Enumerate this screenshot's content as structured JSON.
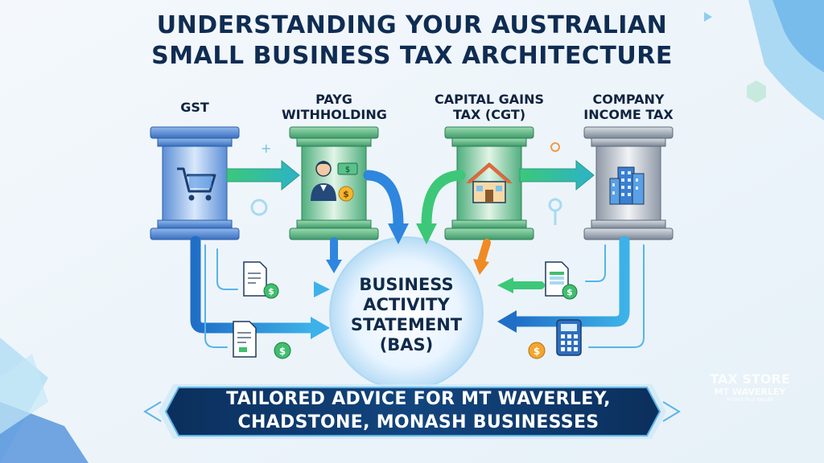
{
  "title": {
    "line1": "UNDERSTANDING YOUR AUSTRALIAN",
    "line2": "SMALL BUSINESS TAX ARCHITECTURE"
  },
  "pillars": [
    {
      "line1": "GST",
      "line2": "",
      "icon": "shopping-cart-icon"
    },
    {
      "line1": "PAYG",
      "line2": "WITHHOLDING",
      "icon": "employee-payment-icon"
    },
    {
      "line1": "CAPITAL GAINS",
      "line2": "TAX (CGT)",
      "icon": "house-icon"
    },
    {
      "line1": "COMPANY",
      "line2": "INCOME TAX",
      "icon": "office-building-icon"
    }
  ],
  "center": {
    "lines": [
      "BUSINESS",
      "ACTIVITY",
      "STATEMENT",
      "(BAS)"
    ]
  },
  "banner": {
    "line1": "TAILORED ADVICE FOR MT WAVERLEY,",
    "line2": "CHADSTONE, MONASH BUSINESSES"
  },
  "brand": {
    "name": "TAX STORE",
    "location": "MT WAVERLEY",
    "tagline": "Protect Your Wealth"
  },
  "colors": {
    "navy": "#0f2c52",
    "blue_arrow": "#2e86de",
    "green_arrow": "#3cc878",
    "orange_arrow": "#f08a24",
    "banner": "#0d3a6b"
  }
}
